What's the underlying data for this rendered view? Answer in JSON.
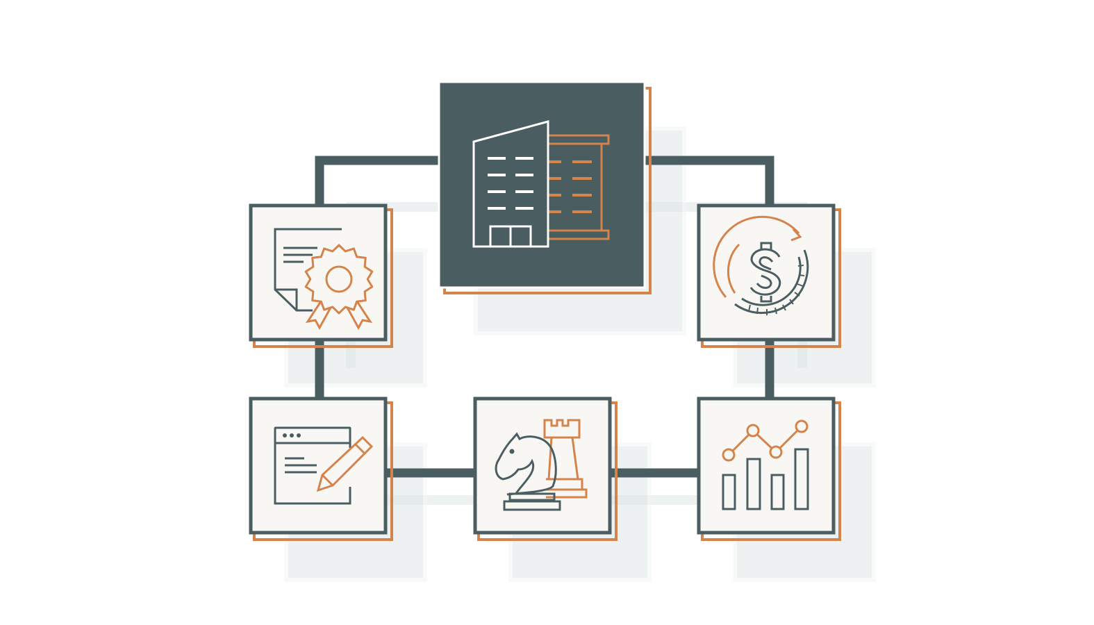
{
  "colors": {
    "background": "#ffffff",
    "slate": "#4a5e62",
    "orange": "#d4834a",
    "card_fill": "#f9f7f4",
    "ghost": "#dfe5e5",
    "ghost_edge": "#f3f5f5",
    "white": "#ffffff"
  },
  "hub": {
    "icon": "office-building-icon"
  },
  "nodes": [
    {
      "id": "certificate",
      "icon": "certificate-with-award-seal-icon"
    },
    {
      "id": "finance",
      "icon": "dollar-coin-cycle-icon"
    },
    {
      "id": "editing",
      "icon": "browser-window-with-pencil-icon"
    },
    {
      "id": "strategy",
      "icon": "chess-knight-and-rook-icon"
    },
    {
      "id": "analytics",
      "icon": "bar-chart-with-trend-line-icon"
    }
  ]
}
